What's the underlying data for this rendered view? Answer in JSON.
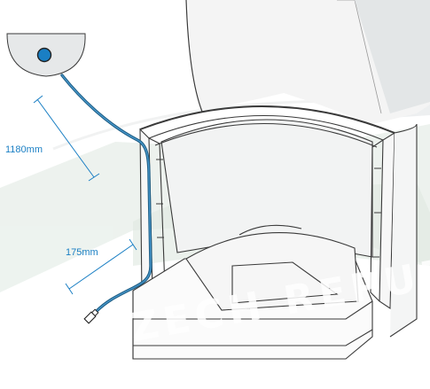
{
  "figure": {
    "dimension_upper": "1180mm",
    "dimension_lower": "175mm",
    "watermark": "CZECH REPUBLIC"
  },
  "colors": {
    "dimension": "#1a7fc4",
    "hose": "#1f5f86",
    "outline": "#3a3a3a",
    "watermark_band": "#c9d8cc",
    "watermark_text": "#ffffff"
  },
  "icons": [
    "wall-outlet-icon",
    "hose-connector-icon"
  ]
}
